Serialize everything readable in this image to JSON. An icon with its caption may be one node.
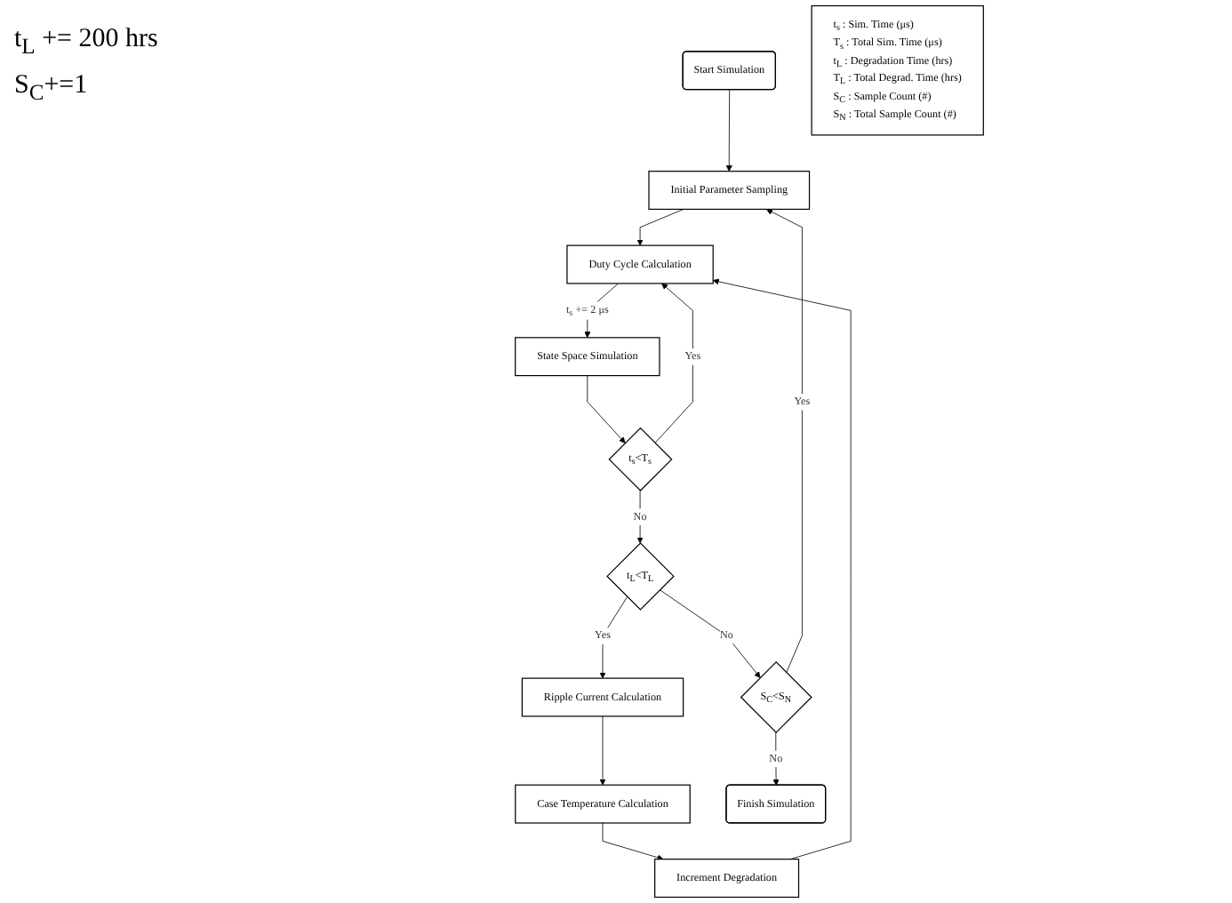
{
  "diagram": {
    "nodes": [
      {
        "text": [
          "Start Simulation"
        ]
      },
      {
        "text": [
          "Initial Parameter Sampling"
        ]
      },
      {
        "text": [
          "Duty Cycle Calculation"
        ]
      },
      {
        "text": [
          "State Space Simulation"
        ]
      },
      {
        "text": [
          "t$_{s}$<T$_{s}$"
        ]
      },
      {
        "text": [
          "t$_{L}$<T$_{L}$"
        ]
      },
      {
        "text": [
          "Ripple Current Calculation"
        ]
      },
      {
        "text": [
          "Case Temperature Calculation"
        ]
      },
      {
        "text": [
          "Increment Degradation"
        ]
      },
      {
        "text": [
          "S$_{C}$<S$_{N}$"
        ]
      },
      {
        "text": [
          "Finish Simulation"
        ]
      },
      {
        "text": [
          "t$_{s}$ : Sim. Time (μs)",
          "T$_{s}$ : Total Sim. Time (μs)",
          "t$_{L}$ : Degradation Time (hrs)",
          "T$_{L}$ : Total Degrad. Time (hrs)",
          "S$_{C}$ : Sample Count (#)",
          "S$_{N}$ : Total Sample Count (#)"
        ]
      }
    ],
    "edges": [
      {
        "from": 0,
        "to": 1,
        "arrow": "to"
      },
      {
        "from": 1,
        "to": 2,
        "arrow": "to"
      },
      {
        "from": 2,
        "to": 3,
        "arrow": "to",
        "label": "t$_{s}$ += 2 μs"
      },
      {
        "from": 3,
        "to": 4,
        "arrow": "to"
      },
      {
        "from": 4,
        "to": 2,
        "arrow": "to",
        "label": "Yes"
      },
      {
        "from": 4,
        "to": 5,
        "arrow": "to",
        "label": "No"
      },
      {
        "from": 5,
        "to": 6,
        "arrow": "to",
        "label": "Yes"
      },
      {
        "from": 6,
        "to": 7,
        "arrow": "to"
      },
      {
        "from": 7,
        "to": 8,
        "arrow": "to"
      },
      {
        "from": 8,
        "to": 2,
        "arrow": "to"
      },
      {
        "from": 5,
        "to": 9,
        "arrow": "to",
        "label": "No"
      },
      {
        "from": 9,
        "to": 1,
        "arrow": "to",
        "label": "Yes"
      },
      {
        "from": 9,
        "to": 10,
        "arrow": "to",
        "label": "No"
      }
    ],
    "labels": [
      "t$_{L}$ += 200 hrs",
      "S$_{C}$+=1"
    ]
  }
}
